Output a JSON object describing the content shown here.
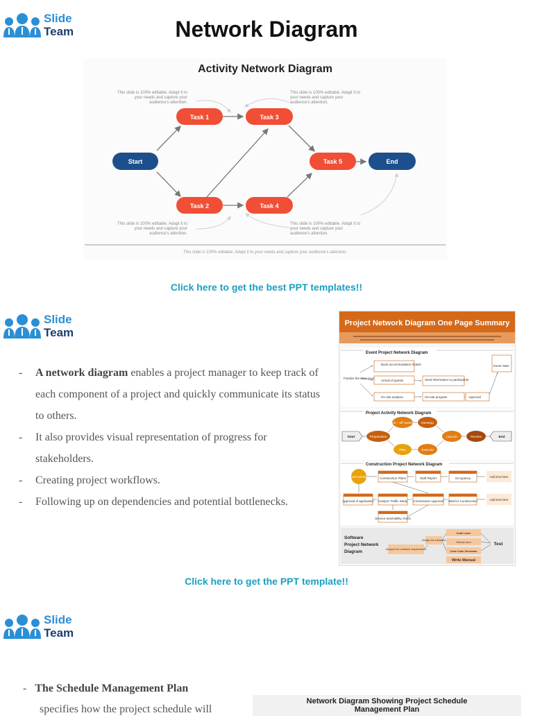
{
  "logo": {
    "line1": "Slide",
    "line2": "Team"
  },
  "page_title": "Network Diagram",
  "slide1": {
    "title": "Activity Network Diagram",
    "nodes": {
      "start": "Start",
      "task1": "Task 1",
      "task2": "Task 2",
      "task3": "Task 3",
      "task4": "Task 4",
      "task5": "Task 5",
      "end": "End"
    },
    "note_line1": "This slide is 100% editable. Adapt it to",
    "note_line2": "your needs and capture your",
    "note_line3": "audience's attention.",
    "footer": "This slide is 100% editable. Adapt it to your needs and capture your audience's attention.",
    "colors": {
      "task": "#f04e35",
      "terminal": "#1d4f8c"
    }
  },
  "cta1": "Click here to get the best PPT templates!!",
  "section2": {
    "bullet1_bold": "A network diagram",
    "bullet1_rest": " enables a project manager to keep track of each component of a project and quickly communicate its status to others.",
    "bullet2": "It also provides visual representation of progress for stakeholders.",
    "bullet3": "Creating project workflows.",
    "bullet4": "Following up on dependencies and potential bottlenecks."
  },
  "thumb2": {
    "title": "Project Network Diagram One Page Summary",
    "sub1": "Event Project Network Diagram",
    "event_nodes": [
      "Book accommodation /hotels",
      "Arrival of guests",
      "On site analysis",
      "Send information to participants",
      "On-site program",
      "Approval"
    ],
    "event_left": "Finalize the date/ location",
    "event_end": "Event Start",
    "sub2": "Project Activity Network Diagram",
    "activity_nodes": {
      "start": "Start",
      "prep": "Preparation",
      "kick": "Kick – off meeting",
      "develop": "Develop",
      "plan": "Plan",
      "execute": "Execute",
      "launch": "Launch",
      "review": "Review",
      "end": "End"
    },
    "sub3": "Construction Project Network Diagram",
    "construction_nodes": [
      "Bond Activities",
      "Construction Plans",
      "Staff Report",
      "Occupancy",
      "Approval of application",
      "Analyze Traffic Study",
      "Commission Approval",
      "Wait for Construction",
      "Service avail-ability check"
    ],
    "add_text": "Add text here",
    "sub4_line1": "Software",
    "sub4_line2": "Project Network",
    "sub4_line3": "Diagram",
    "software_nodes": [
      "Analyze the software requirements",
      "Design the elements",
      "Code Laser",
      "Edit tax form",
      "Code Code Generator",
      "Test",
      "Write Manual"
    ],
    "colors": {
      "accent": "#c65f0f",
      "banner": "#d4691a"
    }
  },
  "cta2": "Click here to get the PPT template!!",
  "section3": {
    "bold": "The Schedule Management Plan",
    "rest": "specifies how the project schedule will"
  },
  "thumb3": {
    "title_line1": "Network Diagram Showing Project Schedule",
    "title_line2": "Management Plan"
  }
}
